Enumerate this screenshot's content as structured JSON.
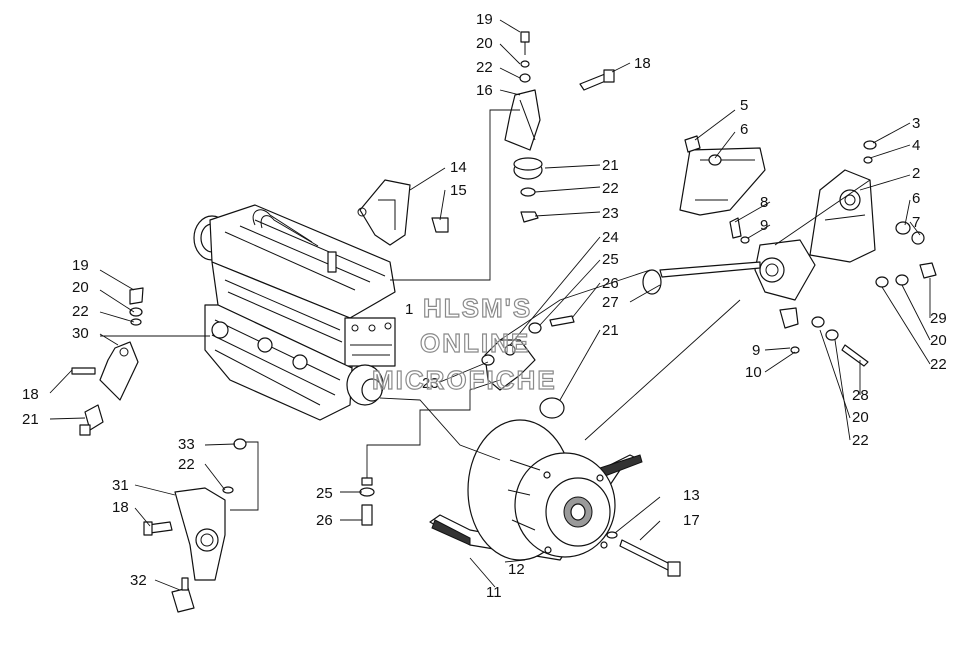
{
  "watermark": [
    "HLSM'S",
    "ONLINE",
    "MICROFICHE"
  ],
  "callouts": [
    "1",
    "2",
    "3",
    "4",
    "5",
    "6",
    "6",
    "7",
    "8",
    "9",
    "9",
    "10",
    "11",
    "12",
    "13",
    "14",
    "15",
    "16",
    "17",
    "18",
    "18",
    "18",
    "19",
    "19",
    "20",
    "20",
    "20",
    "20",
    "21",
    "21",
    "21",
    "22",
    "22",
    "22",
    "22",
    "22",
    "22",
    "23",
    "23",
    "24",
    "25",
    "25",
    "26",
    "26",
    "27",
    "28",
    "29",
    "30",
    "31",
    "32",
    "33"
  ]
}
